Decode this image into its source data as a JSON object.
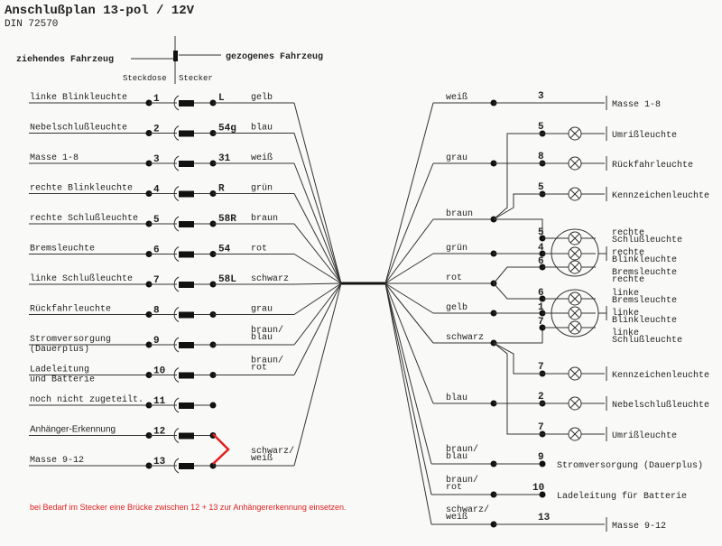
{
  "title": "Anschlußplan 13-pol / 12V",
  "standard": "DIN 72570",
  "legend": {
    "towing": "ziehendes Fahrzeug",
    "towed": "gezogenes Fahrzeug",
    "socket": "Steckdose",
    "plug": "Stecker"
  },
  "left_pins": [
    {
      "pin": "1",
      "function": [
        "linke Blinkleuchte"
      ],
      "code": "L",
      "color": [
        "gelb"
      ]
    },
    {
      "pin": "2",
      "function": [
        "Nebelschlußleuchte"
      ],
      "code": "54g",
      "color": [
        "blau"
      ]
    },
    {
      "pin": "3",
      "function": [
        "Masse 1-8"
      ],
      "code": "31",
      "color": [
        "weiß"
      ]
    },
    {
      "pin": "4",
      "function": [
        "rechte Blinkleuchte"
      ],
      "code": "R",
      "color": [
        "grün"
      ]
    },
    {
      "pin": "5",
      "function": [
        "rechte Schlußleuchte"
      ],
      "code": "58R",
      "color": [
        "braun"
      ]
    },
    {
      "pin": "6",
      "function": [
        "Bremsleuchte"
      ],
      "code": "54",
      "color": [
        "rot"
      ]
    },
    {
      "pin": "7",
      "function": [
        "linke Schlußleuchte"
      ],
      "code": "58L",
      "color": [
        "schwarz"
      ]
    },
    {
      "pin": "8",
      "function": [
        "Rückfahrleuchte"
      ],
      "code": "",
      "color": [
        "grau"
      ]
    },
    {
      "pin": "9",
      "function": [
        "Stromversorgung",
        "(Dauerplus)"
      ],
      "code": "",
      "color": [
        "braun/",
        "blau"
      ]
    },
    {
      "pin": "10",
      "function": [
        "Ladeleitung",
        "und Batterie"
      ],
      "code": "",
      "color": [
        "braun/",
        "rot"
      ]
    },
    {
      "pin": "11",
      "function": [
        "noch nicht zugeteilt."
      ],
      "code": "",
      "color": []
    },
    {
      "pin": "12",
      "function": [
        "Anhänger-Erkennung"
      ],
      "code": "",
      "color": []
    },
    {
      "pin": "13",
      "function": [
        "Masse 9-12"
      ],
      "code": "",
      "color": [
        "schwarz/",
        "weiß"
      ]
    }
  ],
  "right_wires": [
    {
      "color": [
        "weiß"
      ]
    },
    {
      "color": [
        "grau"
      ]
    },
    {
      "color": [
        "braun"
      ]
    },
    {
      "color": [
        "grün"
      ]
    },
    {
      "color": [
        "rot"
      ]
    },
    {
      "color": [
        "gelb"
      ]
    },
    {
      "color": [
        "schwarz"
      ]
    },
    {
      "color": [
        "blau"
      ]
    },
    {
      "color": [
        "braun/",
        "blau"
      ]
    },
    {
      "color": [
        "braun/",
        "rot"
      ]
    },
    {
      "color": [
        "schwarz/",
        "weiß"
      ]
    }
  ],
  "right_loads": [
    {
      "pin": "3",
      "label": [
        "Masse 1-8"
      ]
    },
    {
      "pin": "5",
      "label": [
        "Umrißleuchte"
      ]
    },
    {
      "pin": "8",
      "label": [
        "Rückfahrleuchte"
      ]
    },
    {
      "pin": "5",
      "label": [
        "Kennzeichenleuchte"
      ]
    },
    {
      "pin": "7",
      "label": [
        "Kennzeichenleuchte"
      ]
    },
    {
      "pin": "2",
      "label": [
        "Nebelschlußleuchte"
      ]
    },
    {
      "pin": "7",
      "label": [
        "Umrißleuchte"
      ]
    },
    {
      "pin": "9",
      "label": [
        "Stromversorgung (Dauerplus)"
      ]
    },
    {
      "pin": "10",
      "label": [
        "Ladeleitung für Batterie"
      ]
    },
    {
      "pin": "13",
      "label": [
        "Masse 9-12"
      ]
    }
  ],
  "cluster_right": {
    "pins": [
      "5",
      "4",
      "6"
    ],
    "labels": [
      [
        "rechte",
        "Schlußleuchte"
      ],
      [
        "rechte",
        "Blinkleuchte"
      ],
      [
        "Bremsleuchte",
        "rechte"
      ]
    ]
  },
  "cluster_left": {
    "pins": [
      "6",
      "1",
      "7"
    ],
    "labels": [
      [
        "linke",
        "Bremsleuchte"
      ],
      [
        "linke",
        "Blinkleuchte"
      ],
      [
        "linke",
        "Schlußleuchte"
      ]
    ]
  },
  "note": "bei Bedarf im Stecker eine Brücke zwischen 12 + 13 zur Anhängererkennung einsetzen.",
  "colors": {
    "bridge": "#e02020",
    "line": "#333333",
    "background": "#f9f9f7"
  }
}
